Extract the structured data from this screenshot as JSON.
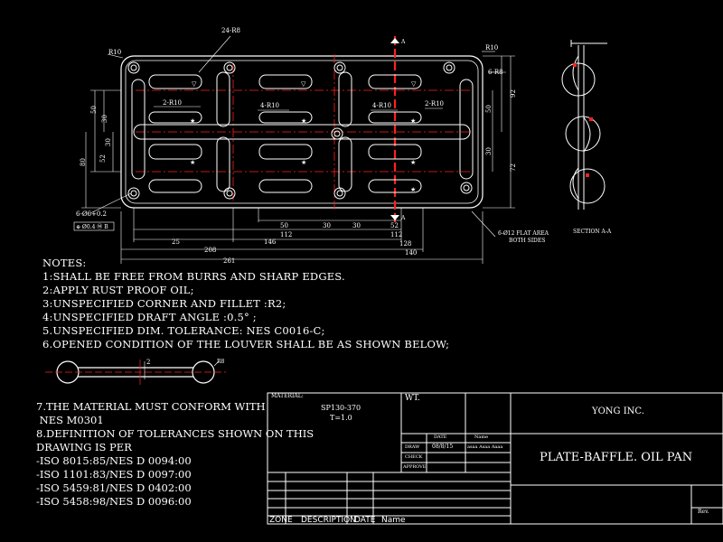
{
  "drawing": {
    "dims": {
      "d_24_r8": "24-R8",
      "d_r10_left": "R10",
      "d_r10_right": "R10",
      "d_6_r8": "6-R8",
      "d_2_r10_a": "2-R10",
      "d_4_r10_a": "4-R10",
      "d_4_r10_b": "4-R10",
      "d_2_r10_b": "2-R10",
      "d_50": "50",
      "d_30a": "30",
      "d_30b": "30",
      "d_52": "52",
      "d_80": "80",
      "d_r50": "50",
      "d_r30": "30",
      "d_r92": "92",
      "d_r72": "72",
      "d_b50": "50",
      "d_b30": "30",
      "d_b30b": "30",
      "d_b52": "52",
      "d_112": "112",
      "d_112b": "112",
      "d_25": "25",
      "d_146": "146",
      "d_128": "128",
      "d_208": "208",
      "d_140": "140",
      "d_261": "261",
      "d_hole": "6-Ø6+0.2",
      "d_tol": "⊕ Ø0.4 Ⓜ B",
      "d_flat": "6-Ø12 FLAT AREA",
      "d_flat2": "BOTH SIDES",
      "section": "SECTION A-A",
      "a_top": "A",
      "a_bot": "A",
      "d_r8_small": "R8"
    },
    "notes_title": "NOTES:",
    "notes": [
      "1:SHALL BE FREE FROM BURRS AND SHARP EDGES.",
      "2:APPLY RUST PROOF OIL;",
      "3:UNSPECIFIED CORNER AND FILLET :R2;",
      "4:UNSPECIFIED DRAFT ANGLE :0.5° ;",
      "5.UNSPECIFIED DIM. TOLERANCE: NES C0016-C;",
      "6.OPENED CONDITION OF THE LOUVER SHALL BE AS SHOWN BELOW;"
    ],
    "notes2": [
      "7.THE MATERIAL MUST CONFORM WITH",
      " NES M0301",
      "8.DEFINITION OF TOLERANCES SHOWN ON THIS",
      "DRAWING IS PER",
      "-ISO 8015:85/NES D 0094:00",
      "-ISO 1101:83/NES D 0097:00",
      "-ISO 5459:81/NES D 0402:00",
      "-ISO 5458:98/NES D 0096:00"
    ],
    "louver_dim": "2"
  },
  "titleblock": {
    "material_label": "MATERIAL:",
    "material": "SP130-370",
    "thickness": "T=1.0",
    "wt_label": "WT.",
    "company": "YONG INC.",
    "title": "PLATE-BAFFLE. OIL PAN",
    "draw": "DRAW",
    "check": "CHECK",
    "approve": "APPROVE",
    "date_head": "DATE",
    "name_head": "Name",
    "date": "08/8/15",
    "drawer": "asaa Asaa Aaaa",
    "rev": "Rev.",
    "zone": "ZONE",
    "description": "DESCRIPTION",
    "date2": "DATE",
    "name": "Name"
  }
}
